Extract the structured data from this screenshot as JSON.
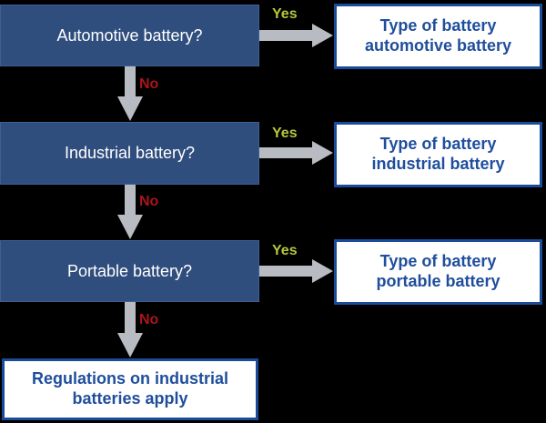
{
  "questions": [
    {
      "text": "Automotive battery?"
    },
    {
      "text": "Industrial battery?"
    },
    {
      "text": "Portable battery?"
    }
  ],
  "outcomes": [
    {
      "line1": "Type of battery",
      "line2": "automotive battery"
    },
    {
      "line1": "Type of battery",
      "line2": "industrial battery"
    },
    {
      "line1": "Type of battery",
      "line2": "portable battery"
    }
  ],
  "final": {
    "line1": "Regulations on industrial",
    "line2": "batteries apply"
  },
  "labels": {
    "yes": "Yes",
    "no": "No"
  },
  "colors": {
    "background": "#000000",
    "question_box": "#2f4e7e",
    "outcome_border": "#1a4b9a",
    "outcome_text": "#1f4e9c",
    "arrow": "#b8bcc2",
    "yes": "#b7c63a",
    "no": "#a8151b"
  }
}
